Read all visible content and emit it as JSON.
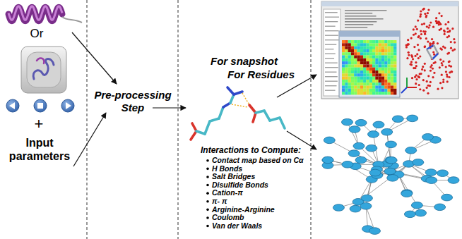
{
  "diagram": {
    "labels": [
      "Or",
      "+",
      "Input parameters",
      "Pre-processing Step",
      "For snapshot",
      "For Residues",
      "Interactions to Compute:",
      "Contact map based on Cα",
      "H Bonds",
      "Salt Bridges",
      "Disulfide Bonds",
      "Cation-π",
      "π- π",
      "Arginine-Arginine",
      "Coulomb",
      "Van der Waals"
    ]
  }
}
